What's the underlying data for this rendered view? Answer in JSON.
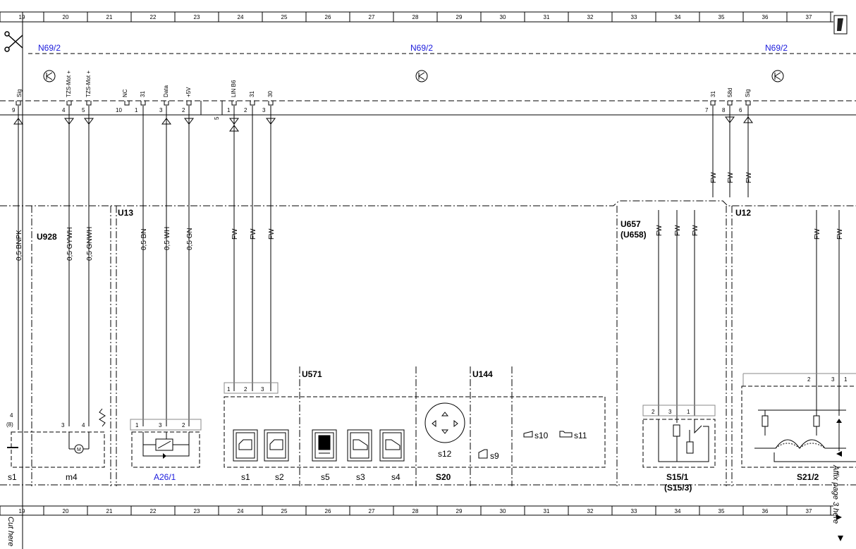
{
  "ruler": {
    "numbers": [
      "19",
      "20",
      "21",
      "22",
      "23",
      "24",
      "25",
      "26",
      "27",
      "28",
      "29",
      "30",
      "31",
      "32",
      "33",
      "34",
      "35",
      "36",
      "37"
    ]
  },
  "connectors": {
    "n69_2": "N69/2"
  },
  "top_pins": {
    "left": [
      {
        "num": "9",
        "label": "Sig"
      },
      {
        "num": "4",
        "label": "TZS-Mot +"
      },
      {
        "num": "5",
        "label": "TZS-Mot +"
      },
      {
        "num": "10",
        "label": "NC"
      },
      {
        "num": "1",
        "label": "31"
      },
      {
        "num": "3",
        "label": "Data"
      },
      {
        "num": "2",
        "label": "+5V"
      }
    ],
    "mid": [
      {
        "num": "1",
        "label": "LIN B6"
      },
      {
        "num": "2",
        "label": "31"
      },
      {
        "num": "3",
        "label": "30"
      }
    ],
    "mid_bus": "5",
    "right": [
      {
        "num": "7",
        "label": "31"
      },
      {
        "num": "8",
        "label": "58d"
      },
      {
        "num": "6",
        "label": "Sig"
      }
    ]
  },
  "wires": {
    "u928": [
      "0,5 BNPK",
      "0,5 GYWH",
      "0,5 GNWH"
    ],
    "u13": [
      "0,5 BN",
      "0,5 WH",
      "0,5 GN"
    ],
    "fw": "FW"
  },
  "modules": {
    "u928": "U928",
    "u13": "U13",
    "u571": "U571",
    "u144": "U144",
    "u657": "U657",
    "u658": "(U658)",
    "u12": "U12"
  },
  "components": {
    "s1": "s1",
    "m4": "m4",
    "a26_1": "A26/1",
    "s2": "s2",
    "s5": "s5",
    "s3": "s3",
    "s4": "s4",
    "s20": "S20",
    "s12": "s12",
    "s9": "s9",
    "s10": "s10",
    "s11": "s11",
    "s15_1": "S15/1",
    "s15_3": "(S15/3)",
    "s21_2": "S21/2"
  },
  "pins_lower": {
    "m4_pin_a": "4",
    "m4_pin_b": "(8)",
    "m4_p3": "3",
    "m4_p4": "4",
    "a26_p1": "1",
    "a26_p3": "3",
    "a26_p2": "2",
    "u571_p1": "1",
    "u571_p2": "2",
    "u571_p3": "3",
    "s15_p2": "2",
    "s15_p3": "3",
    "s15_p1": "1",
    "s21_p2": "2",
    "s21_p3": "3",
    "s21_p1": "1"
  },
  "margin": {
    "cut_here": "Cut here",
    "affix": "Affix page 3 here"
  }
}
